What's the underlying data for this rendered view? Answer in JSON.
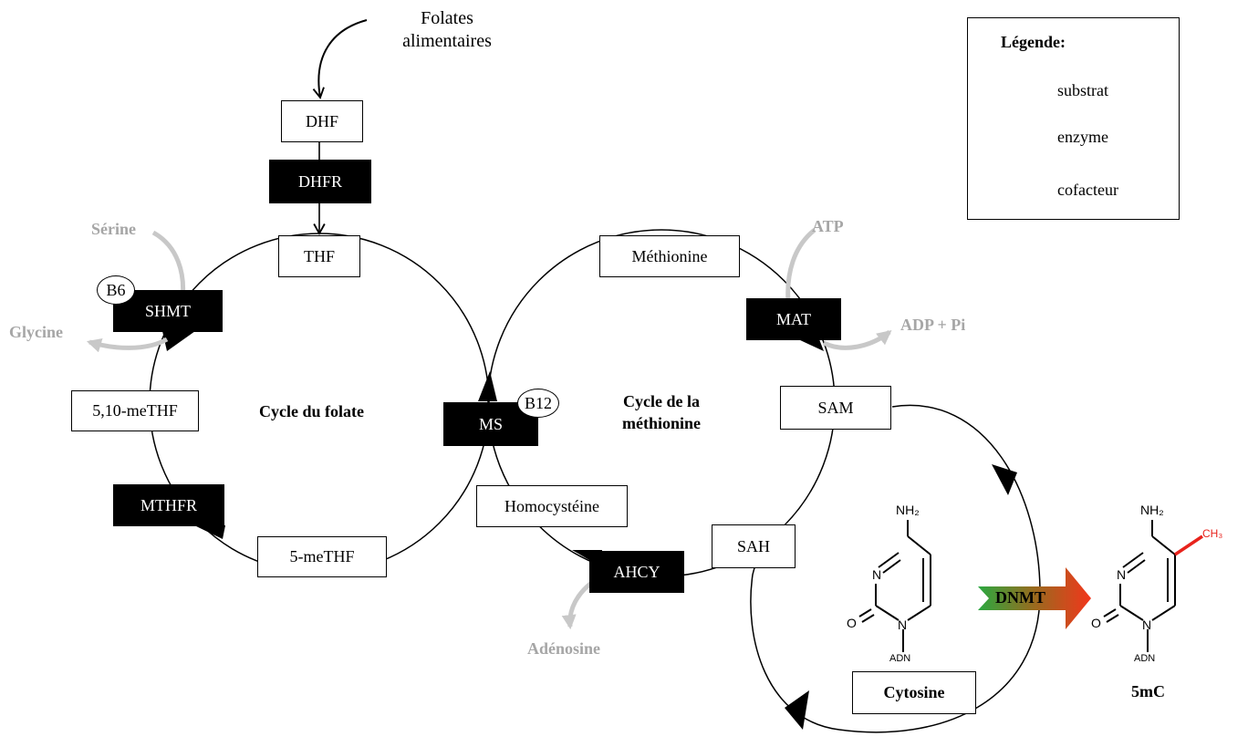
{
  "top_input": {
    "line1": "Folates",
    "line2": "alimentaires"
  },
  "substrates": {
    "dhf": "DHF",
    "thf": "THF",
    "methylene_thf": "5,10-meTHF",
    "methyl_thf": "5-meTHF",
    "methionine": "Méthionine",
    "sam": "SAM",
    "homocysteine": "Homocystéine",
    "sah": "SAH",
    "cytosine": "Cytosine"
  },
  "enzymes": {
    "dhfr": "DHFR",
    "shmt": "SHMT",
    "mthfr": "MTHFR",
    "ms": "MS",
    "mat": "MAT",
    "ahcy": "AHCY",
    "dnmt": "DNMT"
  },
  "cofactors": {
    "b6": "B6",
    "b12": "B12"
  },
  "cycles": {
    "folate": "Cycle du folate",
    "methionine_line1": "Cycle de la",
    "methionine_line2": "méthionine"
  },
  "side_molecules": {
    "serine": "Sérine",
    "glycine": "Glycine",
    "atp": "ATP",
    "adp_pi": "ADP + Pi",
    "adenosine": "Adénosine"
  },
  "chem": {
    "nh2": "NH₂",
    "ch3": "CH₃",
    "n": "N",
    "o": "O",
    "adn": "ADN",
    "product_label": "5mC"
  },
  "legend": {
    "title": "Légende:",
    "substrate": "substrat",
    "enzyme": "enzyme",
    "cofactor": "cofacteur"
  },
  "colors": {
    "side_arrow": "#c8c8c8",
    "side_text": "#a6a6a6",
    "methyl": "#e8231c",
    "dnmt_start": "#2aa840",
    "dnmt_end": "#f2361c"
  }
}
